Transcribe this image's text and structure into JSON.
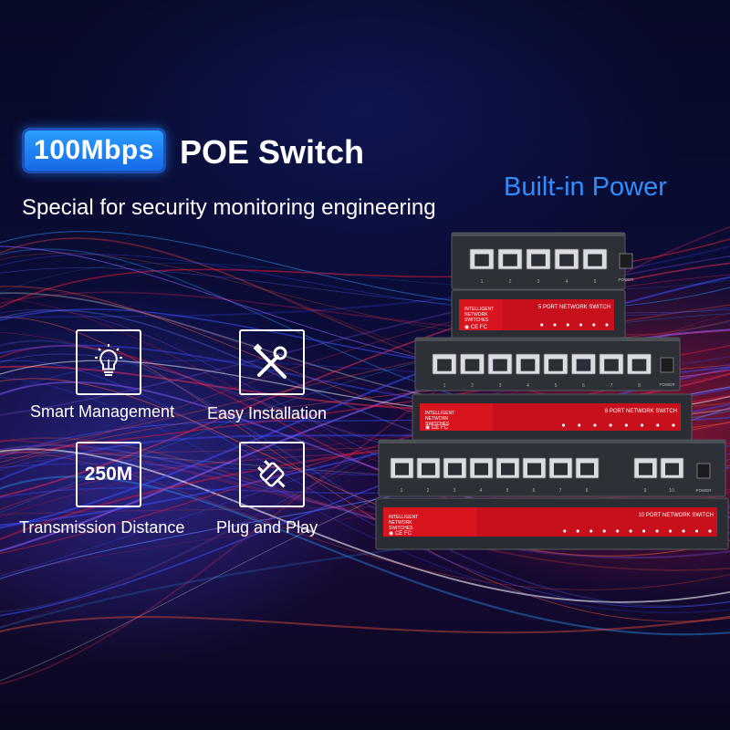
{
  "header": {
    "badge": "100Mbps",
    "title": "POE Switch",
    "subtitle": "Special for security monitoring engineering",
    "power_tag": "Built-in Power"
  },
  "features": [
    {
      "label": "Smart Management",
      "icon": "lightbulb-icon"
    },
    {
      "label": "Easy Installation",
      "icon": "tools-icon"
    },
    {
      "label": "Transmission Distance",
      "box_text": "250M"
    },
    {
      "label": "Plug and Play",
      "icon": "plug-icon"
    }
  ],
  "devices": {
    "five": {
      "label": "5 PORT NETWORK SWITCH",
      "brand": "INTELLIGENT NETWORK SWITCHES",
      "power": "POWER",
      "ports": [
        "1",
        "2",
        "3",
        "4",
        "5"
      ]
    },
    "eight": {
      "label": "8 PORT NETWORK SWITCH",
      "brand": "INTELLIGENT NETWORK SWITCHES",
      "power": "POWER",
      "ports": [
        "1",
        "2",
        "3",
        "4",
        "5",
        "6",
        "7",
        "8"
      ]
    },
    "ten": {
      "label": "10 PORT NETWORK SWITCH",
      "brand": "INTELLIGENT NETWORK SWITCHES",
      "power": "POWER",
      "ports": [
        "1",
        "2",
        "3",
        "4",
        "5",
        "6",
        "7",
        "8",
        "9",
        "10"
      ]
    }
  },
  "colors": {
    "accent_blue": "#1f7cf0",
    "power_blue": "#2f8dff",
    "panel_red": "#c8101c"
  }
}
